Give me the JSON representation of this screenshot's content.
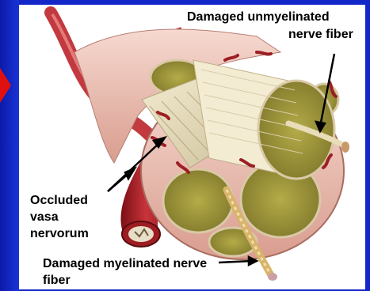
{
  "labels": {
    "unmyelinated_line1": "Damaged unmyelinated",
    "unmyelinated_line2": "nerve fiber",
    "occluded_line1": "Occluded",
    "occluded_line2": "vasa",
    "occluded_line3": "nervorum",
    "myelinated_line1": "Damaged myelinated nerve",
    "myelinated_line2": "fiber"
  },
  "colors": {
    "background_blue": "#1326c8",
    "arrow_red": "#e01010",
    "nerve_pink": "#f2c7bd",
    "fascicle_olive": "#a39a3a",
    "vessel_red": "#b8242a"
  }
}
